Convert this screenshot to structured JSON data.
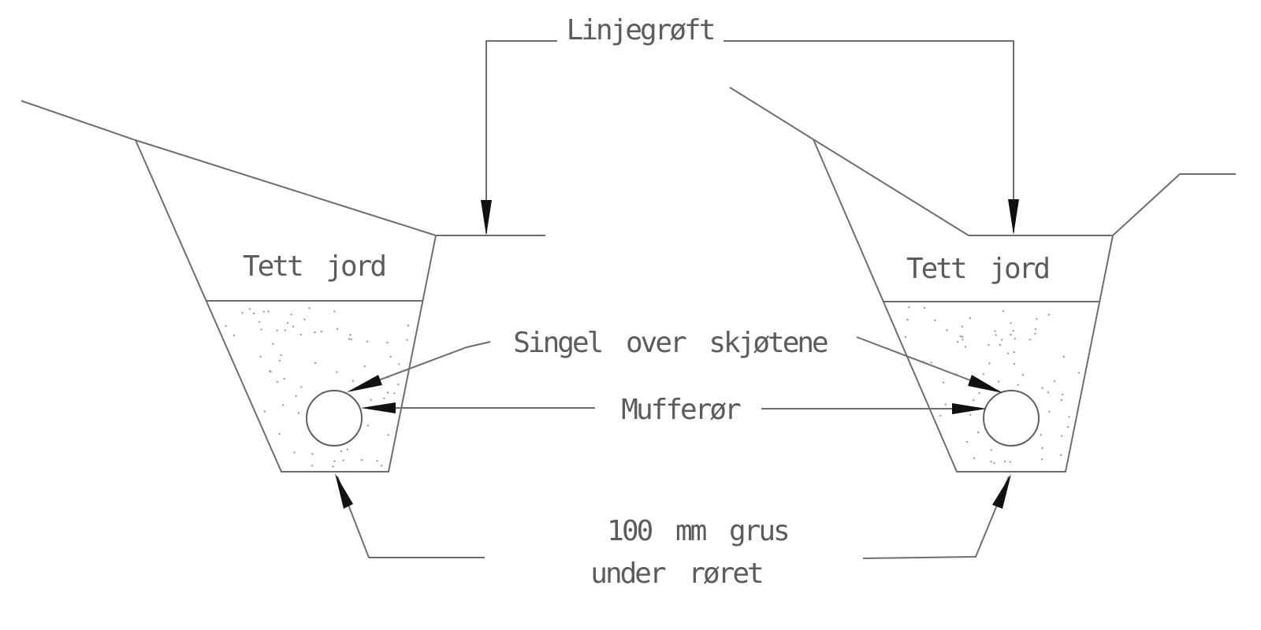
{
  "diagram": {
    "type": "technical-cross-section",
    "labels": {
      "linjegroft": "Linjegrøft",
      "tett_jord_left": "Tett jord",
      "tett_jord_right": "Tett jord",
      "singel": "Singel over skjøtene",
      "mufferor": "Mufferør",
      "grus_line1": "100 mm grus",
      "grus_line2": "under røret"
    },
    "colors": {
      "background": "#ffffff",
      "line": "#6e6e6e",
      "arrowhead": "#111111",
      "text": "#5c5c5c",
      "stipple": "#9a9a9a"
    }
  }
}
